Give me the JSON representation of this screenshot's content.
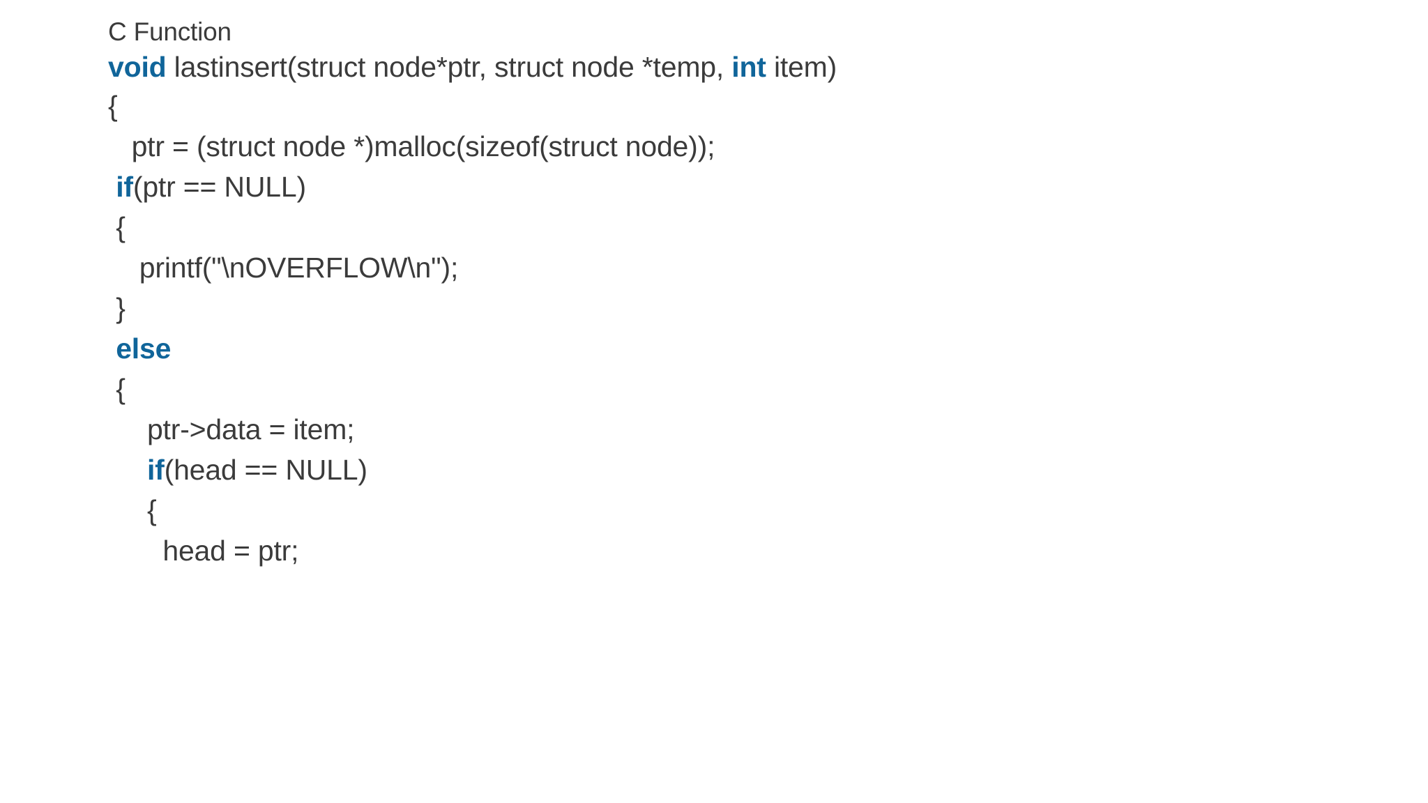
{
  "slide": {
    "background_color": "#ffffff",
    "text_color": "#3b3b3b",
    "keyword_color": "#10659A",
    "title": "C Function"
  },
  "code": {
    "language": "C",
    "function_name": "lastinsert",
    "lines": [
      {
        "indent": "",
        "segments": [
          {
            "text": "C Function",
            "kind": "title"
          }
        ],
        "full_text": "C Function"
      },
      {
        "indent": "",
        "segments": [
          {
            "text": "void",
            "kind": "keyword"
          },
          {
            "text": " lastinsert(struct node*ptr, struct node *temp, ",
            "kind": "plain"
          },
          {
            "text": "int",
            "kind": "keyword"
          },
          {
            "text": " item)",
            "kind": "plain"
          }
        ],
        "full_text": "void lastinsert(struct node*ptr, struct node *temp, int item)"
      },
      {
        "indent": "",
        "segments": [
          {
            "text": "{",
            "kind": "plain"
          }
        ],
        "full_text": "{"
      },
      {
        "indent": "   ",
        "segments": [
          {
            "text": "   ptr = (struct node *)malloc(sizeof(struct node));",
            "kind": "plain"
          }
        ],
        "full_text": "   ptr = (struct node *)malloc(sizeof(struct node));"
      },
      {
        "indent": " ",
        "segments": [
          {
            "text": " ",
            "kind": "plain"
          },
          {
            "text": "if",
            "kind": "keyword"
          },
          {
            "text": "(ptr == NULL)",
            "kind": "plain"
          }
        ],
        "full_text": " if(ptr == NULL)"
      },
      {
        "indent": " ",
        "segments": [
          {
            "text": " {",
            "kind": "plain"
          }
        ],
        "full_text": " {"
      },
      {
        "indent": "    ",
        "segments": [
          {
            "text": "    printf(\"\\nOVERFLOW\\n\");",
            "kind": "plain"
          }
        ],
        "full_text": "    printf(\"\\nOVERFLOW\\n\");"
      },
      {
        "indent": " ",
        "segments": [
          {
            "text": " }",
            "kind": "plain"
          }
        ],
        "full_text": " }"
      },
      {
        "indent": " ",
        "segments": [
          {
            "text": " ",
            "kind": "plain"
          },
          {
            "text": "else",
            "kind": "keyword"
          }
        ],
        "full_text": " else"
      },
      {
        "indent": " ",
        "segments": [
          {
            "text": " {",
            "kind": "plain"
          }
        ],
        "full_text": " {"
      },
      {
        "indent": "     ",
        "segments": [
          {
            "text": "     ptr->data = item;",
            "kind": "plain"
          }
        ],
        "full_text": "     ptr->data = item;"
      },
      {
        "indent": "     ",
        "segments": [
          {
            "text": "     ",
            "kind": "plain"
          },
          {
            "text": "if",
            "kind": "keyword"
          },
          {
            "text": "(head == NULL)",
            "kind": "plain"
          }
        ],
        "full_text": "     if(head == NULL)"
      },
      {
        "indent": "     ",
        "segments": [
          {
            "text": "     {",
            "kind": "plain"
          }
        ],
        "full_text": "     {"
      },
      {
        "indent": "       ",
        "segments": [
          {
            "text": "       head = ptr;",
            "kind": "plain"
          }
        ],
        "full_text": "       head = ptr;"
      }
    ]
  }
}
